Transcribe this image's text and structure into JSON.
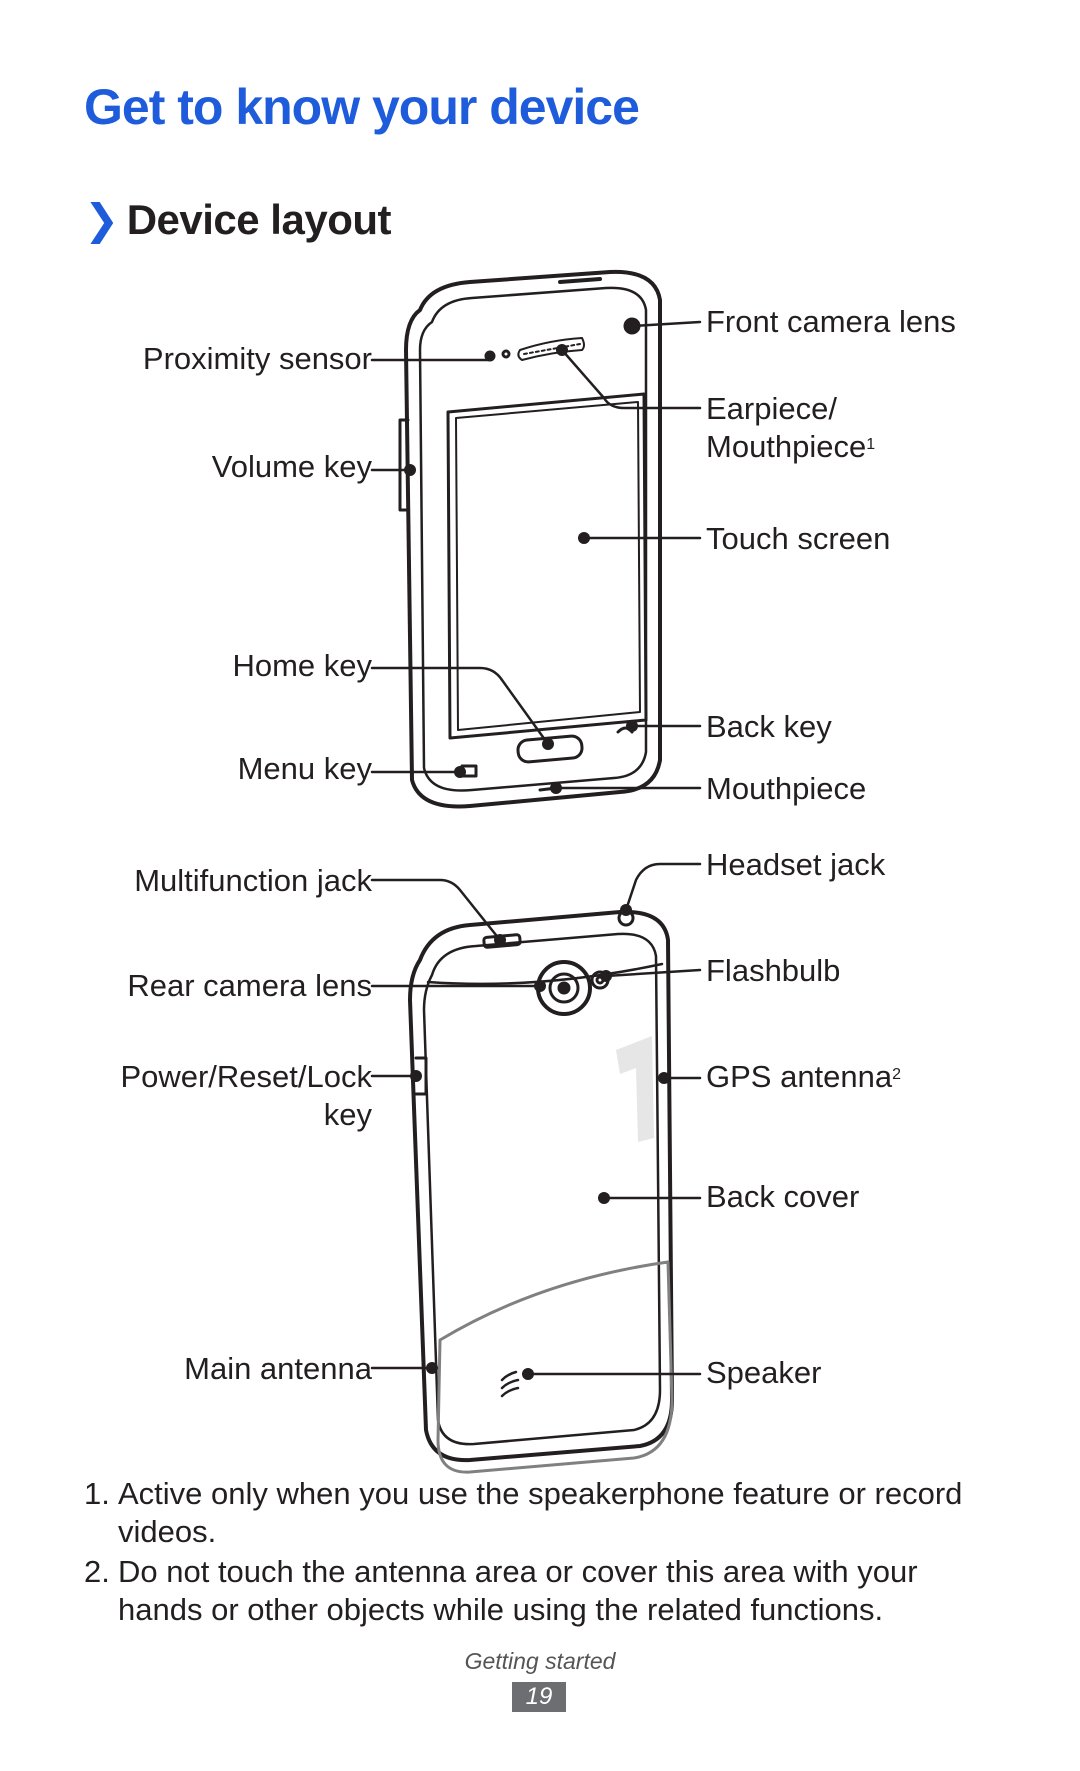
{
  "title": "Get to know your device",
  "section": {
    "chevron": "❯",
    "title": "Device layout"
  },
  "front_labels": {
    "proximity_sensor": "Proximity sensor",
    "volume_key": "Volume key",
    "home_key": "Home key",
    "menu_key": "Menu key",
    "front_camera_lens": "Front camera lens",
    "earpiece_line1": "Earpiece/",
    "earpiece_line2": "Mouthpiece",
    "earpiece_sup": "1",
    "touch_screen": "Touch screen",
    "back_key": "Back key",
    "mouthpiece": "Mouthpiece"
  },
  "rear_labels": {
    "multifunction_jack": "Multifunction jack",
    "rear_camera_lens": "Rear camera lens",
    "power_line1": "Power/Reset/Lock",
    "power_line2": "key",
    "main_antenna": "Main antenna",
    "headset_jack": "Headset jack",
    "flashbulb": "Flashbulb",
    "gps_antenna": "GPS antenna",
    "gps_sup": "2",
    "back_cover": "Back cover",
    "speaker": "Speaker"
  },
  "footnotes": [
    {
      "num": "1.",
      "text": "Active only when you use the speakerphone feature or record videos."
    },
    {
      "num": "2.",
      "text": "Do not touch the antenna area or cover this area with your hands or other objects while using the related functions."
    }
  ],
  "footer": {
    "label": "Getting started",
    "page": "19"
  },
  "colors": {
    "title_blue": "#1f5cdb",
    "text": "#231f20",
    "line": "#231f20",
    "antenna_outline": "#808080"
  }
}
